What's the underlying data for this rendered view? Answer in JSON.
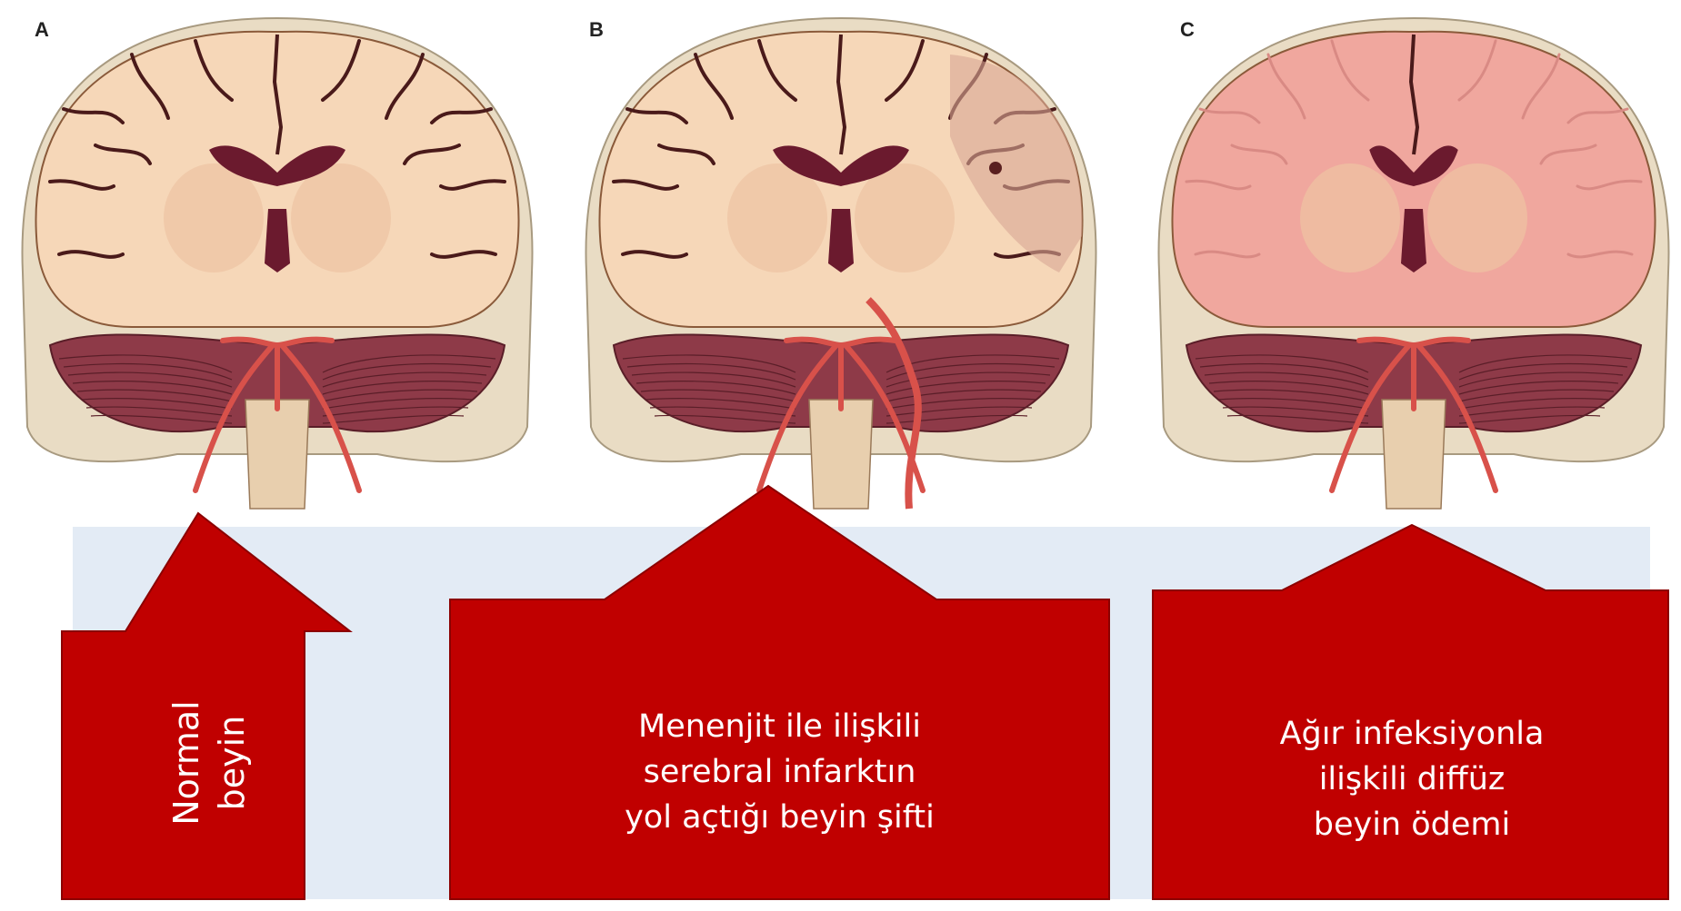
{
  "panels": [
    {
      "label": "A",
      "kind": "normal"
    },
    {
      "label": "B",
      "kind": "herniation"
    },
    {
      "label": "C",
      "kind": "edema"
    }
  ],
  "captions": {
    "normal": [
      "Normal",
      "beyin"
    ],
    "herniation": [
      "Menenjit ile ilişkili",
      "serebral infarktın",
      "yol açtığı beyin şifti"
    ],
    "edema": [
      "Ağır infeksiyonla",
      "ilişkili diffüz",
      "beyin ödemi"
    ]
  },
  "colors": {
    "arrow_fill": "#c00000",
    "arrow_stroke": "#8b0000",
    "band": "#e3ebf5",
    "brain_normal": "#f6d7b8",
    "brain_edema": "#f0a79e",
    "gray_matter": "#eec3a3",
    "sulci": "#4a1a1a",
    "ventricle": "#6b1a2e",
    "cerebellum": "#8e3a48",
    "artery": "#d8514a",
    "skull": "#e9dcc4"
  }
}
